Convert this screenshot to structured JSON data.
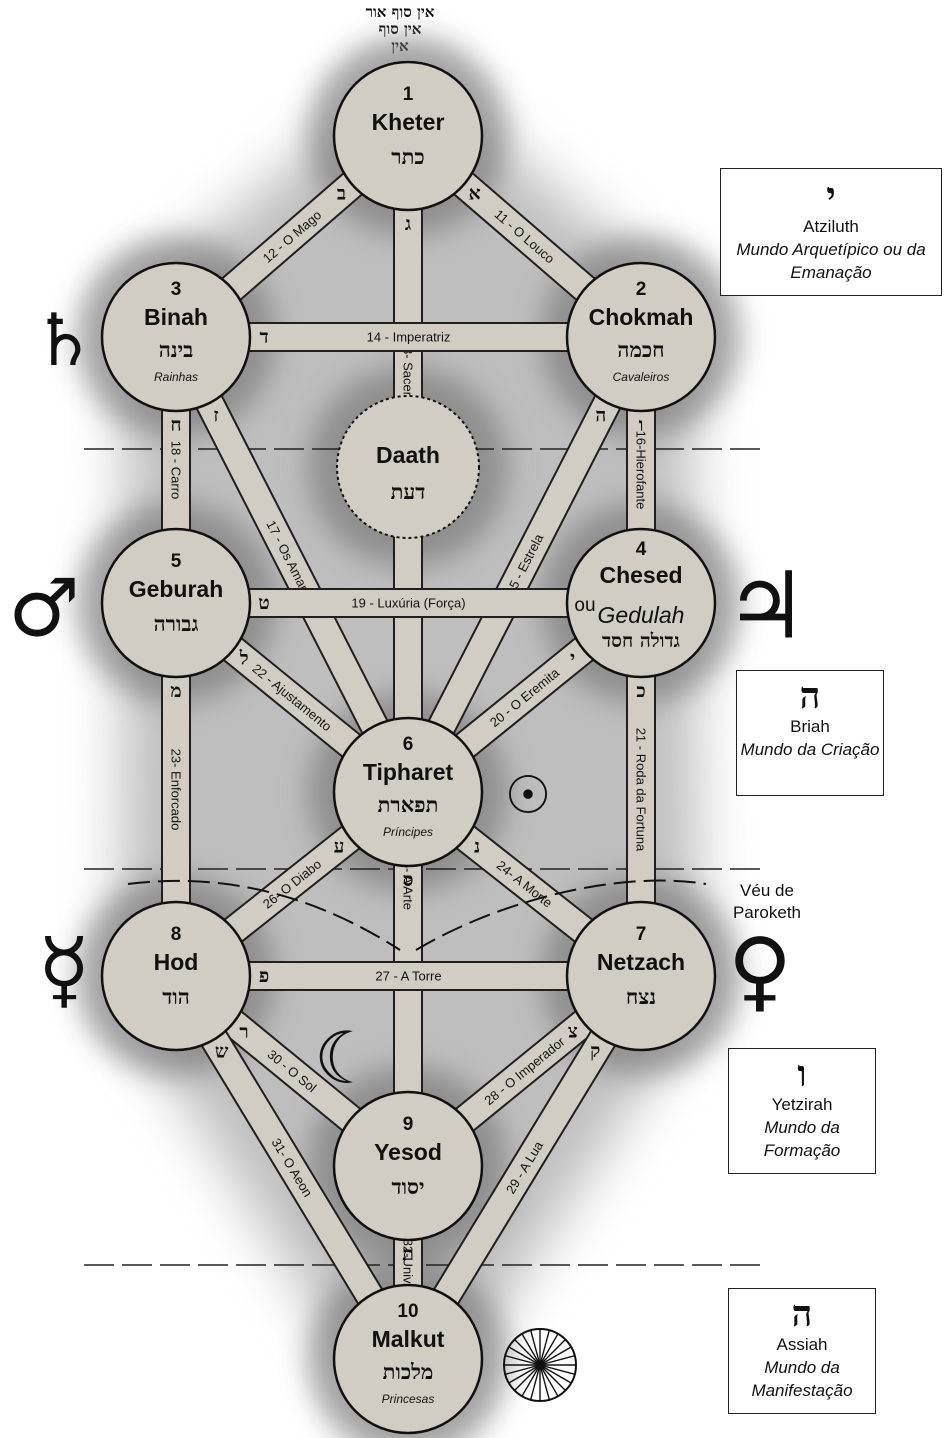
{
  "ain_soph": [
    "אין סוף אור",
    "אין סוף",
    "אין"
  ],
  "sephiroth": [
    {
      "id": "kheter",
      "number": "1",
      "name": "Kheter",
      "hebrew": "כתר",
      "subtitle": ""
    },
    {
      "id": "chokmah",
      "number": "2",
      "name": "Chokmah",
      "hebrew": "חכמה",
      "subtitle": "Cavaleiros"
    },
    {
      "id": "binah",
      "number": "3",
      "name": "Binah",
      "hebrew": "בינה",
      "subtitle": "Rainhas"
    },
    {
      "id": "daath",
      "number": "",
      "name": "Daath",
      "hebrew": "דעת",
      "subtitle": ""
    },
    {
      "id": "chesed",
      "number": "4",
      "name": "Chesed",
      "name_alt_prefix": "ou",
      "name_alt": "Gedulah",
      "hebrew": "גדולה חסד",
      "subtitle": ""
    },
    {
      "id": "geburah",
      "number": "5",
      "name": "Geburah",
      "hebrew": "גבורה",
      "subtitle": ""
    },
    {
      "id": "tiphareth",
      "number": "6",
      "name": "Tipharet",
      "hebrew": "תפארת",
      "subtitle": "Príncipes"
    },
    {
      "id": "netzach",
      "number": "7",
      "name": "Netzach",
      "hebrew": "נצח",
      "subtitle": ""
    },
    {
      "id": "hod",
      "number": "8",
      "name": "Hod",
      "hebrew": "הוד",
      "subtitle": ""
    },
    {
      "id": "yesod",
      "number": "9",
      "name": "Yesod",
      "hebrew": "יסוד",
      "subtitle": ""
    },
    {
      "id": "malkut",
      "number": "10",
      "name": "Malkut",
      "hebrew": "מלכות",
      "subtitle": "Princesas"
    }
  ],
  "paths": [
    {
      "id": "p11",
      "from": "kheter",
      "to": "chokmah",
      "label": "11 - O Louco",
      "letter": "א"
    },
    {
      "id": "p12",
      "from": "kheter",
      "to": "binah",
      "label": "12 - O Mago",
      "letter": "ב"
    },
    {
      "id": "p13",
      "from": "kheter",
      "to": "tiphareth",
      "label": "13- Sacerdotisa",
      "letter": "ג"
    },
    {
      "id": "p14",
      "from": "binah",
      "to": "chokmah",
      "label": "14 - Imperatriz",
      "letter": "ד"
    },
    {
      "id": "p15",
      "from": "chokmah",
      "to": "tiphareth",
      "label": "15 - Estrela",
      "letter": "ה"
    },
    {
      "id": "p16",
      "from": "chokmah",
      "to": "chesed",
      "label": "16-Hierofante",
      "letter": "ו"
    },
    {
      "id": "p17",
      "from": "binah",
      "to": "tiphareth",
      "label": "17 - Os Amantes",
      "letter": "ז"
    },
    {
      "id": "p18",
      "from": "binah",
      "to": "geburah",
      "label": "18 - Carro",
      "letter": "ח"
    },
    {
      "id": "p19",
      "from": "geburah",
      "to": "chesed",
      "label": "19 - Luxúria (Força)",
      "letter": "ט"
    },
    {
      "id": "p20",
      "from": "chesed",
      "to": "tiphareth",
      "label": "20 - O Eremita",
      "letter": "י"
    },
    {
      "id": "p21",
      "from": "chesed",
      "to": "netzach",
      "label": "21 - Roda da Fortuna",
      "letter": "כ"
    },
    {
      "id": "p22",
      "from": "geburah",
      "to": "tiphareth",
      "label": "22 - Ajustamento",
      "letter": "ל"
    },
    {
      "id": "p23",
      "from": "geburah",
      "to": "hod",
      "label": "23- Enforcado",
      "letter": "מ"
    },
    {
      "id": "p24",
      "from": "tiphareth",
      "to": "netzach",
      "label": "24- A Morte",
      "letter": "נ"
    },
    {
      "id": "p25",
      "from": "tiphareth",
      "to": "yesod",
      "label": "25- A Arte",
      "letter": "ס"
    },
    {
      "id": "p26",
      "from": "tiphareth",
      "to": "hod",
      "label": "26- O Diabo",
      "letter": "ע"
    },
    {
      "id": "p27",
      "from": "hod",
      "to": "netzach",
      "label": "27 - A Torre",
      "letter": "פ"
    },
    {
      "id": "p28",
      "from": "netzach",
      "to": "yesod",
      "label": "28 - O Imperador",
      "letter": "צ"
    },
    {
      "id": "p29",
      "from": "netzach",
      "to": "malkut",
      "label": "29 - A Lua",
      "letter": "ק"
    },
    {
      "id": "p30",
      "from": "hod",
      "to": "yesod",
      "label": "30 - O Sol",
      "letter": "ר"
    },
    {
      "id": "p31",
      "from": "hod",
      "to": "malkut",
      "label": "31- O Aeon",
      "letter": "ש"
    },
    {
      "id": "p32",
      "from": "yesod",
      "to": "malkut",
      "label": "32-Univ.",
      "letter": "ת"
    }
  ],
  "planets": [
    {
      "id": "saturn",
      "glyph": "♄",
      "icon": "saturn-icon"
    },
    {
      "id": "mars",
      "glyph": "♂",
      "icon": "mars-icon"
    },
    {
      "id": "jupiter",
      "glyph": "♃",
      "icon": "jupiter-icon"
    },
    {
      "id": "sun",
      "glyph": "☉",
      "icon": "sun-icon"
    },
    {
      "id": "mercury",
      "glyph": "☿",
      "icon": "mercury-icon"
    },
    {
      "id": "venus",
      "glyph": "♀",
      "icon": "venus-icon"
    },
    {
      "id": "moon",
      "glyph": "☾",
      "icon": "moon-icon"
    },
    {
      "id": "earth",
      "glyph": "",
      "icon": "wheel-icon"
    }
  ],
  "worlds": [
    {
      "id": "atziluth",
      "letter": "י",
      "name": "Atziluth",
      "description": "Mundo Arquetípico ou da Emanação"
    },
    {
      "id": "briah",
      "letter": "ה",
      "name": "Briah",
      "description": "Mundo da Criação"
    },
    {
      "id": "yetzirah",
      "letter": "ו",
      "name": "Yetzirah",
      "description": "Mundo da Formação"
    },
    {
      "id": "assiah",
      "letter": "ה",
      "name": "Assiah",
      "description": "Mundo da Manifestação"
    }
  ],
  "veil": {
    "label": "Véu de Paroketh"
  },
  "colors": {
    "sephira_fill": "#d1cdc2",
    "path_fill": "#d1cdc2",
    "outline": "#111111",
    "glow": "#8a8a8a"
  }
}
